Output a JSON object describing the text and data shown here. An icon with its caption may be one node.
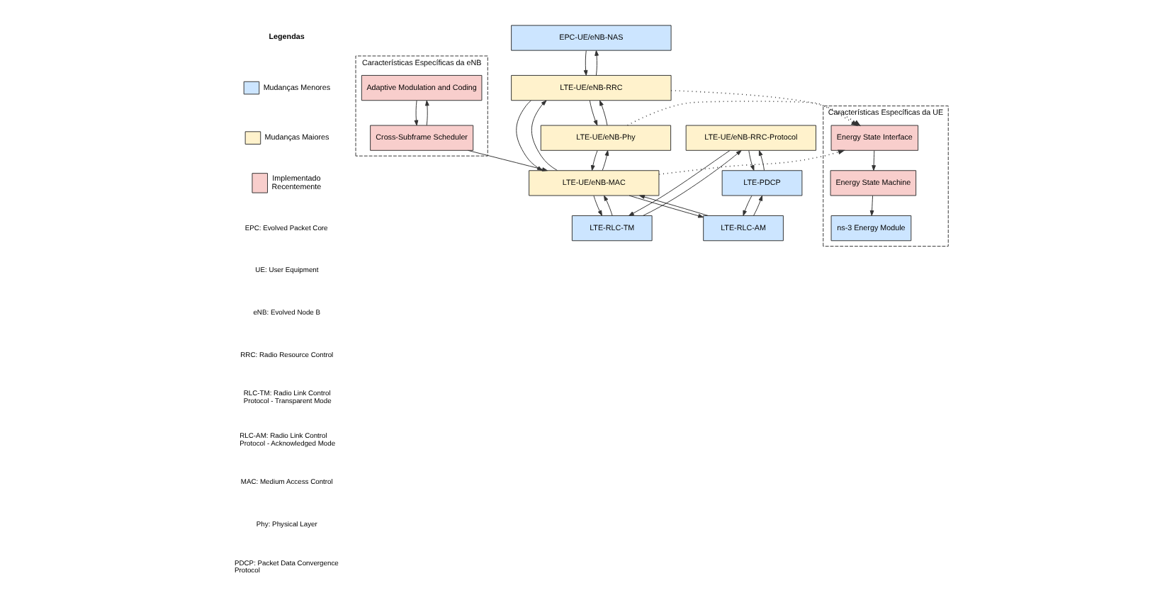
{
  "diagram": {
    "nodes": [
      {
        "text": [
          "EPC-UE/eNB-NAS"
        ]
      },
      {
        "text": [
          "LTE-UE/eNB-RRC"
        ]
      },
      {
        "text": [
          "LTE-UE/eNB-RRC-Protocol"
        ]
      },
      {
        "text": [
          "LTE-PDCP"
        ]
      },
      {
        "text": [
          "LTE-RLC-TM"
        ]
      },
      {
        "text": [
          "LTE-RLC-AM"
        ]
      },
      {
        "text": [
          "LTE-UE/eNB-MAC"
        ]
      },
      {
        "text": [
          "LTE-UE/eNB-Phy"
        ]
      },
      {
        "text": [
          "Características Específicas da eNB"
        ]
      },
      {
        "text": [
          "Adaptive Modulation and Coding"
        ],
        "in": 8
      },
      {
        "text": [
          "Cross-Subframe Scheduler"
        ],
        "in": 8
      },
      {
        "text": [
          "Características Específicas da UE"
        ]
      },
      {
        "text": [
          "ns-3 Energy Module"
        ],
        "in": 11
      },
      {
        "text": [
          "Energy State Machine"
        ],
        "in": 11
      },
      {
        "text": [
          "Energy State Interface"
        ],
        "in": 11
      }
    ],
    "edges": [
      {
        "from": 0,
        "to": 1,
        "arrow": "to"
      },
      {
        "from": 1,
        "to": 0,
        "arrow": "to"
      },
      {
        "from": 1,
        "to": 6,
        "arrow": "to"
      },
      {
        "from": 1,
        "to": 7,
        "arrow": "to"
      },
      {
        "from": 6,
        "to": 1,
        "arrow": "to"
      },
      {
        "from": 7,
        "to": 1,
        "arrow": "to"
      },
      {
        "from": 2,
        "to": 4,
        "arrow": "to"
      },
      {
        "from": 4,
        "to": 2,
        "arrow": "to"
      },
      {
        "from": 2,
        "to": 3,
        "arrow": "to"
      },
      {
        "from": 3,
        "to": 2,
        "arrow": "to"
      },
      {
        "from": 3,
        "to": 5,
        "arrow": "to"
      },
      {
        "from": 5,
        "to": 3,
        "arrow": "to"
      },
      {
        "from": 4,
        "to": 6,
        "arrow": "to"
      },
      {
        "from": 6,
        "to": 4,
        "arrow": "to"
      },
      {
        "from": 5,
        "to": 6,
        "arrow": "to"
      },
      {
        "from": 6,
        "to": 5,
        "arrow": "to"
      },
      {
        "from": 6,
        "to": 7,
        "arrow": "to"
      },
      {
        "from": 7,
        "to": 6,
        "arrow": "to"
      },
      {
        "from": 9,
        "to": 10,
        "arrow": "to"
      },
      {
        "from": 10,
        "to": 9,
        "arrow": "to"
      },
      {
        "from": 10,
        "to": 6,
        "arrow": "to"
      },
      {
        "from": 14,
        "to": 13,
        "arrow": "to"
      },
      {
        "from": 13,
        "to": 12,
        "arrow": "to"
      },
      {
        "from": 1,
        "to": 14,
        "arrow": "to",
        "style": "dashed"
      },
      {
        "from": 6,
        "to": 14,
        "arrow": "to",
        "style": "dashed"
      },
      {
        "from": 7,
        "to": 14,
        "arrow": "to",
        "style": "dashed"
      }
    ],
    "labels": [
      "Legendas",
      "EPC: Evolved Packet Core",
      "UE: User Equipment",
      "eNB: Evolved Node B",
      "RRC: Radio Resource Control",
      "RLC-TM: Radio Link Control Protocol - Transparent Mode",
      "RLC-AM: Radio Link Control Protocol - Acknowledged Mode",
      "MAC: Medium Access Control",
      "Phy: Physical Layer",
      "PDCP: Packet Data Convergence Protocol"
    ],
    "legend": [
      {
        "text": "Mudanças Menores",
        "color": "#cce5ff"
      },
      {
        "text": "Mudanças Maiores",
        "color": "#fff2cc"
      },
      {
        "text": "Implementado Recentemente",
        "color": "#f8cecc"
      }
    ]
  }
}
